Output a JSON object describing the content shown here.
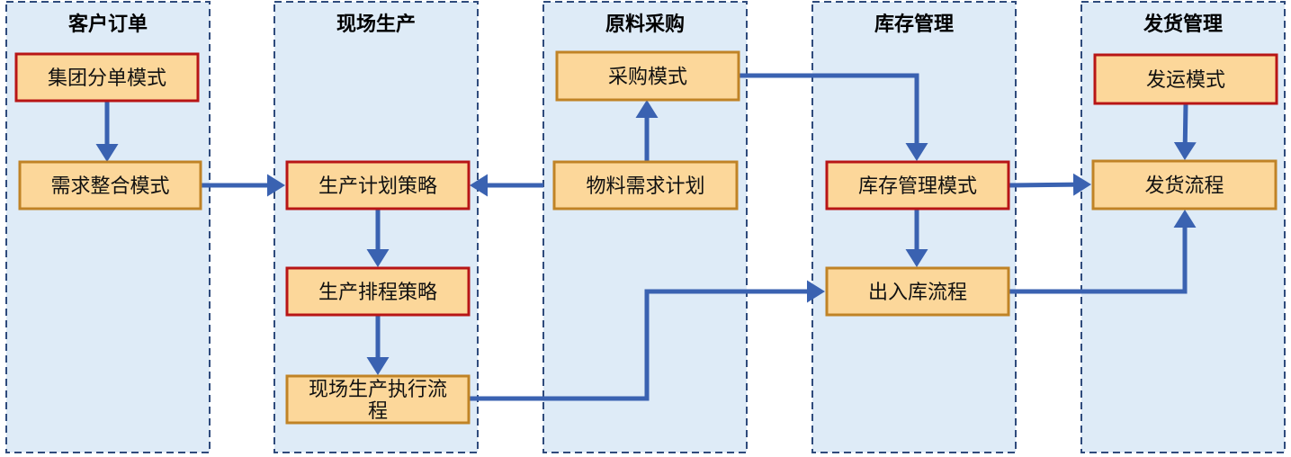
{
  "colors": {
    "lane_fill": "#deebf7",
    "lane_border": "#2f4b7c",
    "box_fill": "#fcd79a",
    "red_border": "#b81516",
    "gold_border": "#c08326",
    "arrow": "#3a62b1"
  },
  "lanes": [
    {
      "id": "order",
      "title": "客户订单"
    },
    {
      "id": "production",
      "title": "现场生产"
    },
    {
      "id": "purchase",
      "title": "原料采购"
    },
    {
      "id": "inventory",
      "title": "库存管理"
    },
    {
      "id": "shipping",
      "title": "发货管理"
    }
  ],
  "nodes": [
    {
      "id": "n1",
      "lane": "order",
      "lines": [
        "集团分单模式"
      ],
      "border": "red"
    },
    {
      "id": "n2",
      "lane": "order",
      "lines": [
        "需求整合模式"
      ],
      "border": "gold"
    },
    {
      "id": "n3",
      "lane": "production",
      "lines": [
        "生产计划策略"
      ],
      "border": "red"
    },
    {
      "id": "n4",
      "lane": "production",
      "lines": [
        "生产排程策略"
      ],
      "border": "red"
    },
    {
      "id": "n5",
      "lane": "production",
      "lines": [
        "现场生产执行流",
        "程"
      ],
      "border": "gold"
    },
    {
      "id": "n6",
      "lane": "purchase",
      "lines": [
        "采购模式"
      ],
      "border": "gold"
    },
    {
      "id": "n7",
      "lane": "purchase",
      "lines": [
        "物料需求计划"
      ],
      "border": "gold"
    },
    {
      "id": "n8",
      "lane": "inventory",
      "lines": [
        "库存管理模式"
      ],
      "border": "red"
    },
    {
      "id": "n9",
      "lane": "inventory",
      "lines": [
        "出入库流程"
      ],
      "border": "gold"
    },
    {
      "id": "n10",
      "lane": "shipping",
      "lines": [
        "发运模式"
      ],
      "border": "red"
    },
    {
      "id": "n11",
      "lane": "shipping",
      "lines": [
        "发货流程"
      ],
      "border": "gold"
    }
  ],
  "edges": [
    {
      "from": "n1",
      "to": "n2"
    },
    {
      "from": "n2",
      "to": "n3"
    },
    {
      "from": "n7",
      "to": "n3"
    },
    {
      "from": "n7",
      "to": "n6"
    },
    {
      "from": "n3",
      "to": "n4"
    },
    {
      "from": "n4",
      "to": "n5"
    },
    {
      "from": "n6",
      "to": "n8"
    },
    {
      "from": "n5",
      "to": "n9"
    },
    {
      "from": "n8",
      "to": "n9"
    },
    {
      "from": "n8",
      "to": "n11"
    },
    {
      "from": "n10",
      "to": "n11"
    },
    {
      "from": "n9",
      "to": "n11"
    }
  ]
}
